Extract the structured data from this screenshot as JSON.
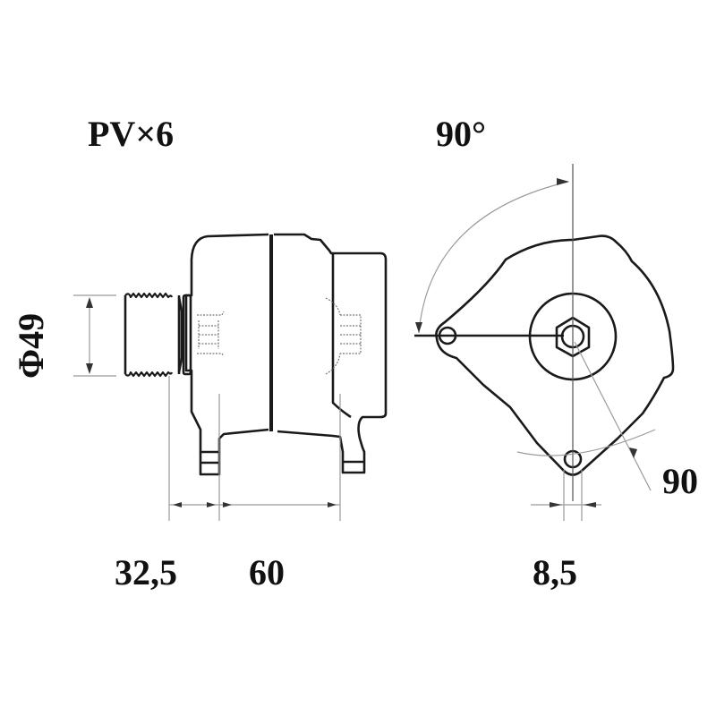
{
  "drawing": {
    "labels": {
      "belt": "PV×6",
      "angle": "90°",
      "pulley_diameter": "Φ49",
      "dim_pulley_offset": "32,5",
      "dim_mount_spacing": "60",
      "dim_hole_diameter": "8,5",
      "dim_mount_radius": "90"
    },
    "colors": {
      "outline": "#1a1a1a",
      "dimension": "#9a9a9a",
      "text": "#111111",
      "background": "#ffffff"
    }
  }
}
